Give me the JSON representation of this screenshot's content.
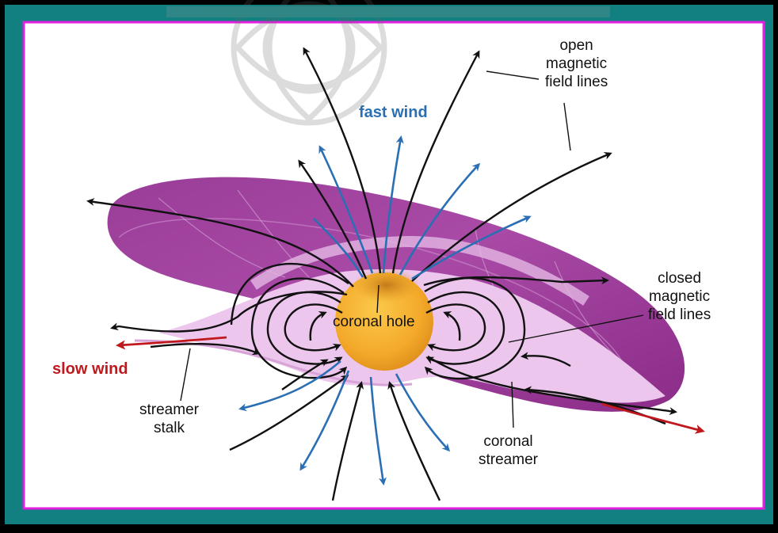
{
  "frame": {
    "outer_color": "#000000",
    "border_color": "#128080",
    "inner_border_color": "#e31ee0",
    "background": "#ffffff"
  },
  "colors": {
    "sun": "#f7b42c",
    "sun_dark": "#d98b1a",
    "streamer_dark": "#8c2f8a",
    "streamer_mid": "#b04fad",
    "streamer_light": "#ecc6ec",
    "closed_field": "#111111",
    "fast_wind_arrow": "#2a6fb4",
    "slow_wind_arrow": "#c0181d"
  },
  "labels": {
    "open_field": [
      "open",
      "magnetic",
      "field lines"
    ],
    "fast_wind": "fast wind",
    "closed_field": [
      "closed",
      "magnetic",
      "field lines"
    ],
    "coronal_hole": "coronal hole",
    "slow_wind": "slow wind",
    "streamer_stalk": [
      "streamer",
      "stalk"
    ],
    "coronal_streamer": [
      "coronal",
      "streamer"
    ]
  }
}
